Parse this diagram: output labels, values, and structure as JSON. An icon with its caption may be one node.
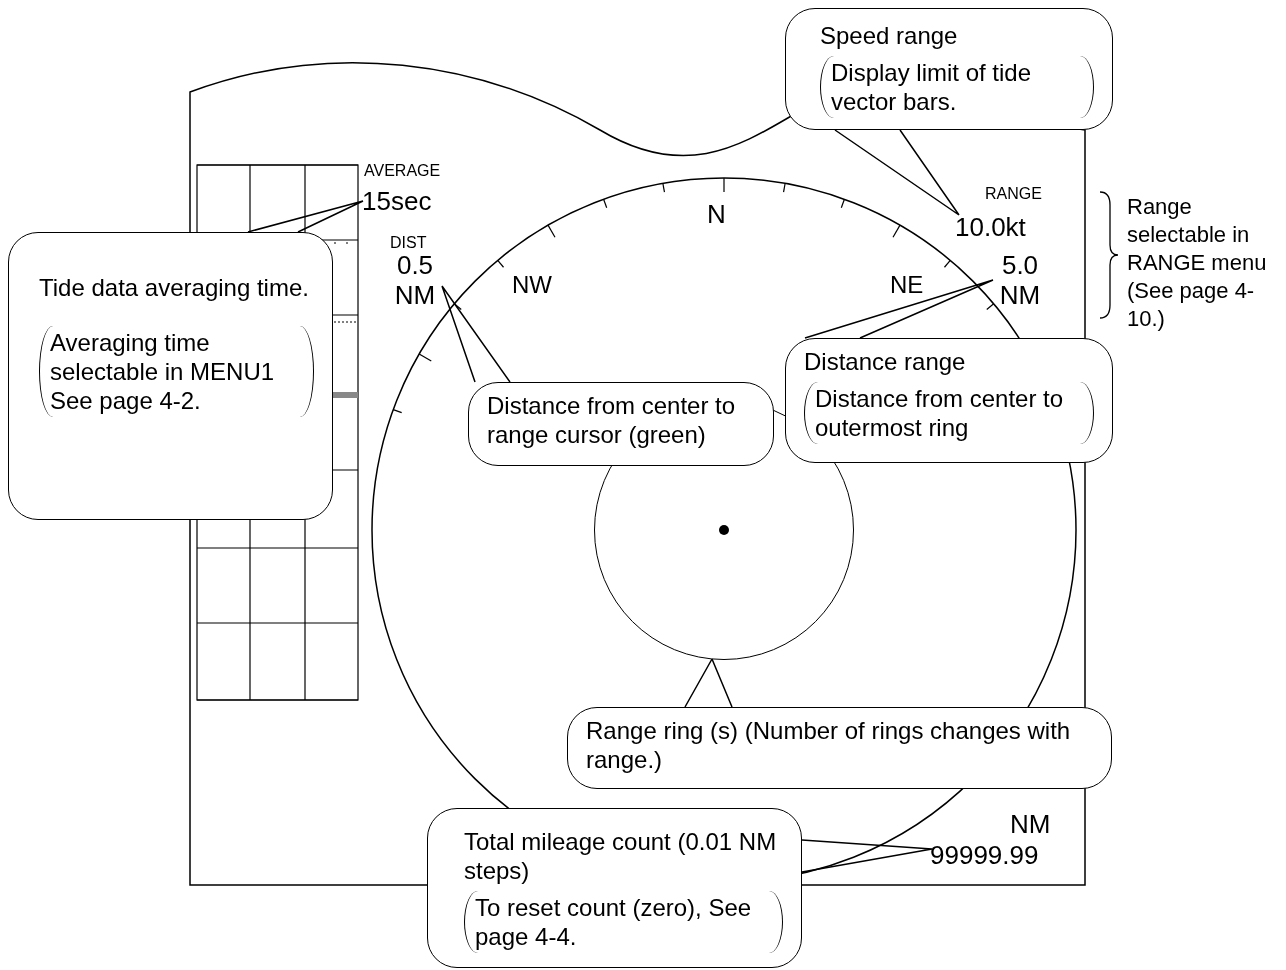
{
  "diagram": {
    "nodes": [
      {
        "text": [
          "Speed range",
          "Display limit of tide vector bars."
        ]
      },
      {
        "text": [
          "10.0kt"
        ]
      },
      {
        "text": [
          "Distance range",
          "Distance from center to outermost ring"
        ]
      },
      {
        "text": [
          "5.0 NM"
        ]
      },
      {
        "text": [
          "Distance from center to range cursor (green)"
        ]
      },
      {
        "text": [
          "0.5 NM"
        ]
      },
      {
        "text": [
          "Tide data averaging time.",
          "Averaging time selectable in MENU1 See page 4-2."
        ]
      },
      {
        "text": [
          "15sec"
        ]
      },
      {
        "text": [
          "Range ring (s) (Number of rings changes with range.)"
        ]
      },
      {
        "text": [],
        "shape": "circle"
      },
      {
        "text": [
          "Total mileage count (0.01 NM steps)",
          "To reset count (zero), See page 4-4."
        ]
      },
      {
        "text": [
          "99999.99"
        ]
      }
    ],
    "edges": [
      {
        "from": 0,
        "to": 1,
        "arrow": "none"
      },
      {
        "from": 2,
        "to": 3,
        "arrow": "none"
      },
      {
        "from": 4,
        "to": 5,
        "arrow": "none"
      },
      {
        "from": 6,
        "to": 7,
        "arrow": "none"
      },
      {
        "from": 8,
        "to": 9,
        "arrow": "none"
      },
      {
        "from": 10,
        "to": 11,
        "arrow": "none"
      }
    ],
    "labels": [
      "AVERAGE",
      "RANGE",
      "DIST",
      "N",
      "NW",
      "NE",
      "Range selectable in RANGE menu (See page 4-10.)",
      "NM"
    ]
  }
}
